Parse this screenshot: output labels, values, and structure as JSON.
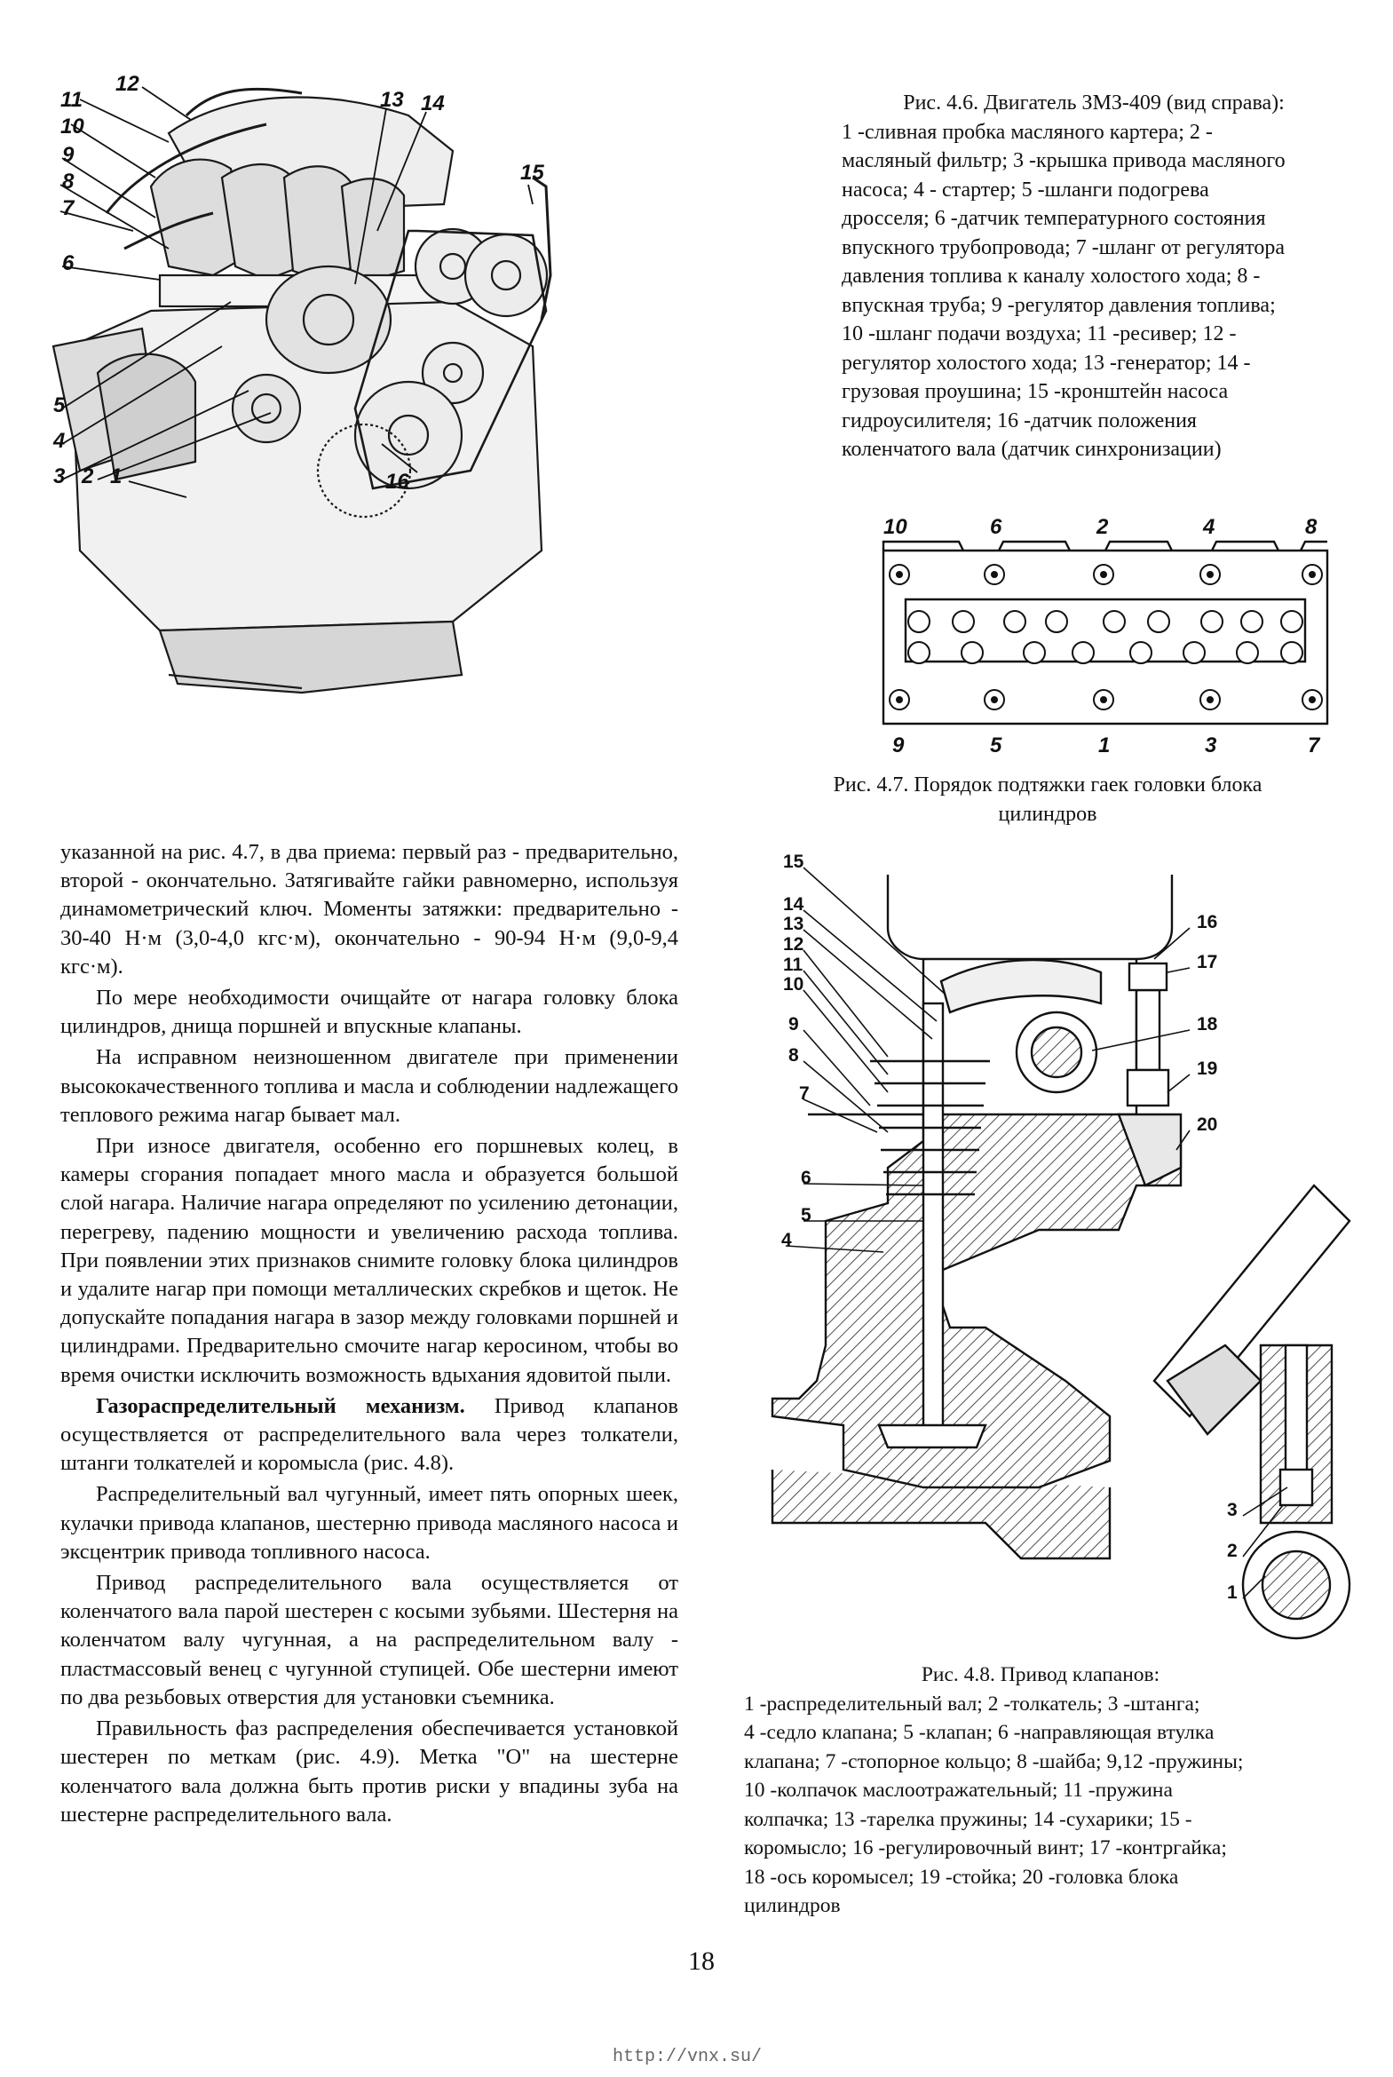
{
  "figure_4_6": {
    "caption_lines": [
      "Рис. 4.6. Двигатель ЗМЗ-409 (вид справа):",
      "1 -сливная пробка масляного картера; 2 -",
      "масляный фильтр; 3 -крышка привода масляного",
      "насоса; 4 - стартер; 5 -шланги подогрева",
      "дросселя; 6 -датчик температурного состояния",
      "впускного трубопровода; 7 -шланг от регулятора",
      "давления топлива к каналу холостого хода; 8 -",
      "впускная труба; 9 -регулятор давления топлива;",
      "10 -шланг подачи воздуха; 11 -ресивер; 12 -",
      "регулятор холостого хода; 13 -генератор; 14 -",
      "грузовая проушина; 15 -кронштейн насоса",
      "гидроусилителя; 16 -датчик положения",
      "коленчатого вала (датчик синхронизации)"
    ],
    "callouts": [
      "1",
      "2",
      "3",
      "4",
      "5",
      "6",
      "7",
      "8",
      "9",
      "10",
      "11",
      "12",
      "13",
      "14",
      "15",
      "16"
    ]
  },
  "figure_4_7": {
    "caption_line1": "Рис. 4.7. Порядок подтяжки гаек головки блока",
    "caption_line2": "цилиндров",
    "top_labels": [
      "10",
      "6",
      "2",
      "4",
      "8"
    ],
    "bottom_labels": [
      "9",
      "5",
      "1",
      "3",
      "7"
    ]
  },
  "figure_4_8": {
    "caption_title": "Рис. 4.8. Привод клапанов:",
    "caption_lines": [
      "1 -распределительный вал; 2 -толкатель; 3 -штанга;",
      "4 -седло клапана; 5 -клапан; 6 -направляющая втулка",
      "клапана; 7 -стопорное кольцо; 8 -шайба; 9,12 -пружины;",
      "10 -колпачок маслоотражательный; 11 -пружина",
      "колпачка; 13 -тарелка пружины; 14 -сухарики; 15 -",
      "коромысло; 16 -регулировочный винт; 17 -контргайка;",
      "18 -ось коромысел; 19 -стойка; 20 -головка блока",
      "цилиндров"
    ],
    "callouts": [
      "1",
      "2",
      "3",
      "4",
      "5",
      "6",
      "7",
      "8",
      "9",
      "10",
      "11",
      "12",
      "13",
      "14",
      "15",
      "16",
      "17",
      "18",
      "19",
      "20"
    ]
  },
  "body": {
    "p1": "указанной на рис. 4.7, в два приема: первый раз - предварительно, второй - окончательно. Затягивайте гайки равномерно, используя динамометрический ключ. Моменты затяжки: предварительно - 30-40 Н·м (3,0-4,0 кгс·м), окончательно - 90-94 Н·м (9,0-9,4 кгс·м).",
    "p2": "По мере необходимости очищайте от нагара головку блока цилиндров, днища поршней и впускные клапаны.",
    "p3": "На исправном неизношенном двигателе при приме­нении высококачественного топлива и масла и соблюде­нии надлежащего теплового режима нагар бывает мал.",
    "p4": "При износе двигателя, особенно его поршневых колец, в камеры сгорания попадает много масла и образуется большой слой нагара. Наличие нагара определяют по усилению детонации, перегреву, падению мощности и увеличению расхода топлива. При появлении этих признаков снимите головку блока цилиндров и удалите нагар при помощи металлических скребков и щеток. Не допускайте попадания нагара в зазор между головками поршней и цилиндрами. Предварительно смочите нагар керосином, чтобы во время очистки исключить возможность вдыхания ядовитой пыли.",
    "p5_lead": "Газораспределительный механизм.",
    "p5": " Привод клапанов осуществляется от распределительного вала через толкатели, штанги толкателей и коромысла (рис. 4.8).",
    "p6": "Распределительный вал чугунный, имеет пять опорных шеек, кулачки привода клапанов, шестерню привода масляного насоса и эксцентрик привода топливного насоса.",
    "p7": "Привод распределительного вала осуществляется от коленчатого вала парой шестерен с косыми зубьями. Шестерня на коленчатом валу чугунная, а на распредели­тельном валу - пластмассовый венец с чугунной ступицей. Обе шестерни имеют по два резьбовых отверстия для установки съемника.",
    "p8": "Правильность фаз распределения обеспечивается установкой шестерен по меткам (рис. 4.9). Метка \"О\" на шестерне коленчатого вала должна быть против риски у впадины зуба на шестерне распределительного вала."
  },
  "footer": {
    "page_number": "18",
    "watermark": "http://vnx.su/"
  }
}
